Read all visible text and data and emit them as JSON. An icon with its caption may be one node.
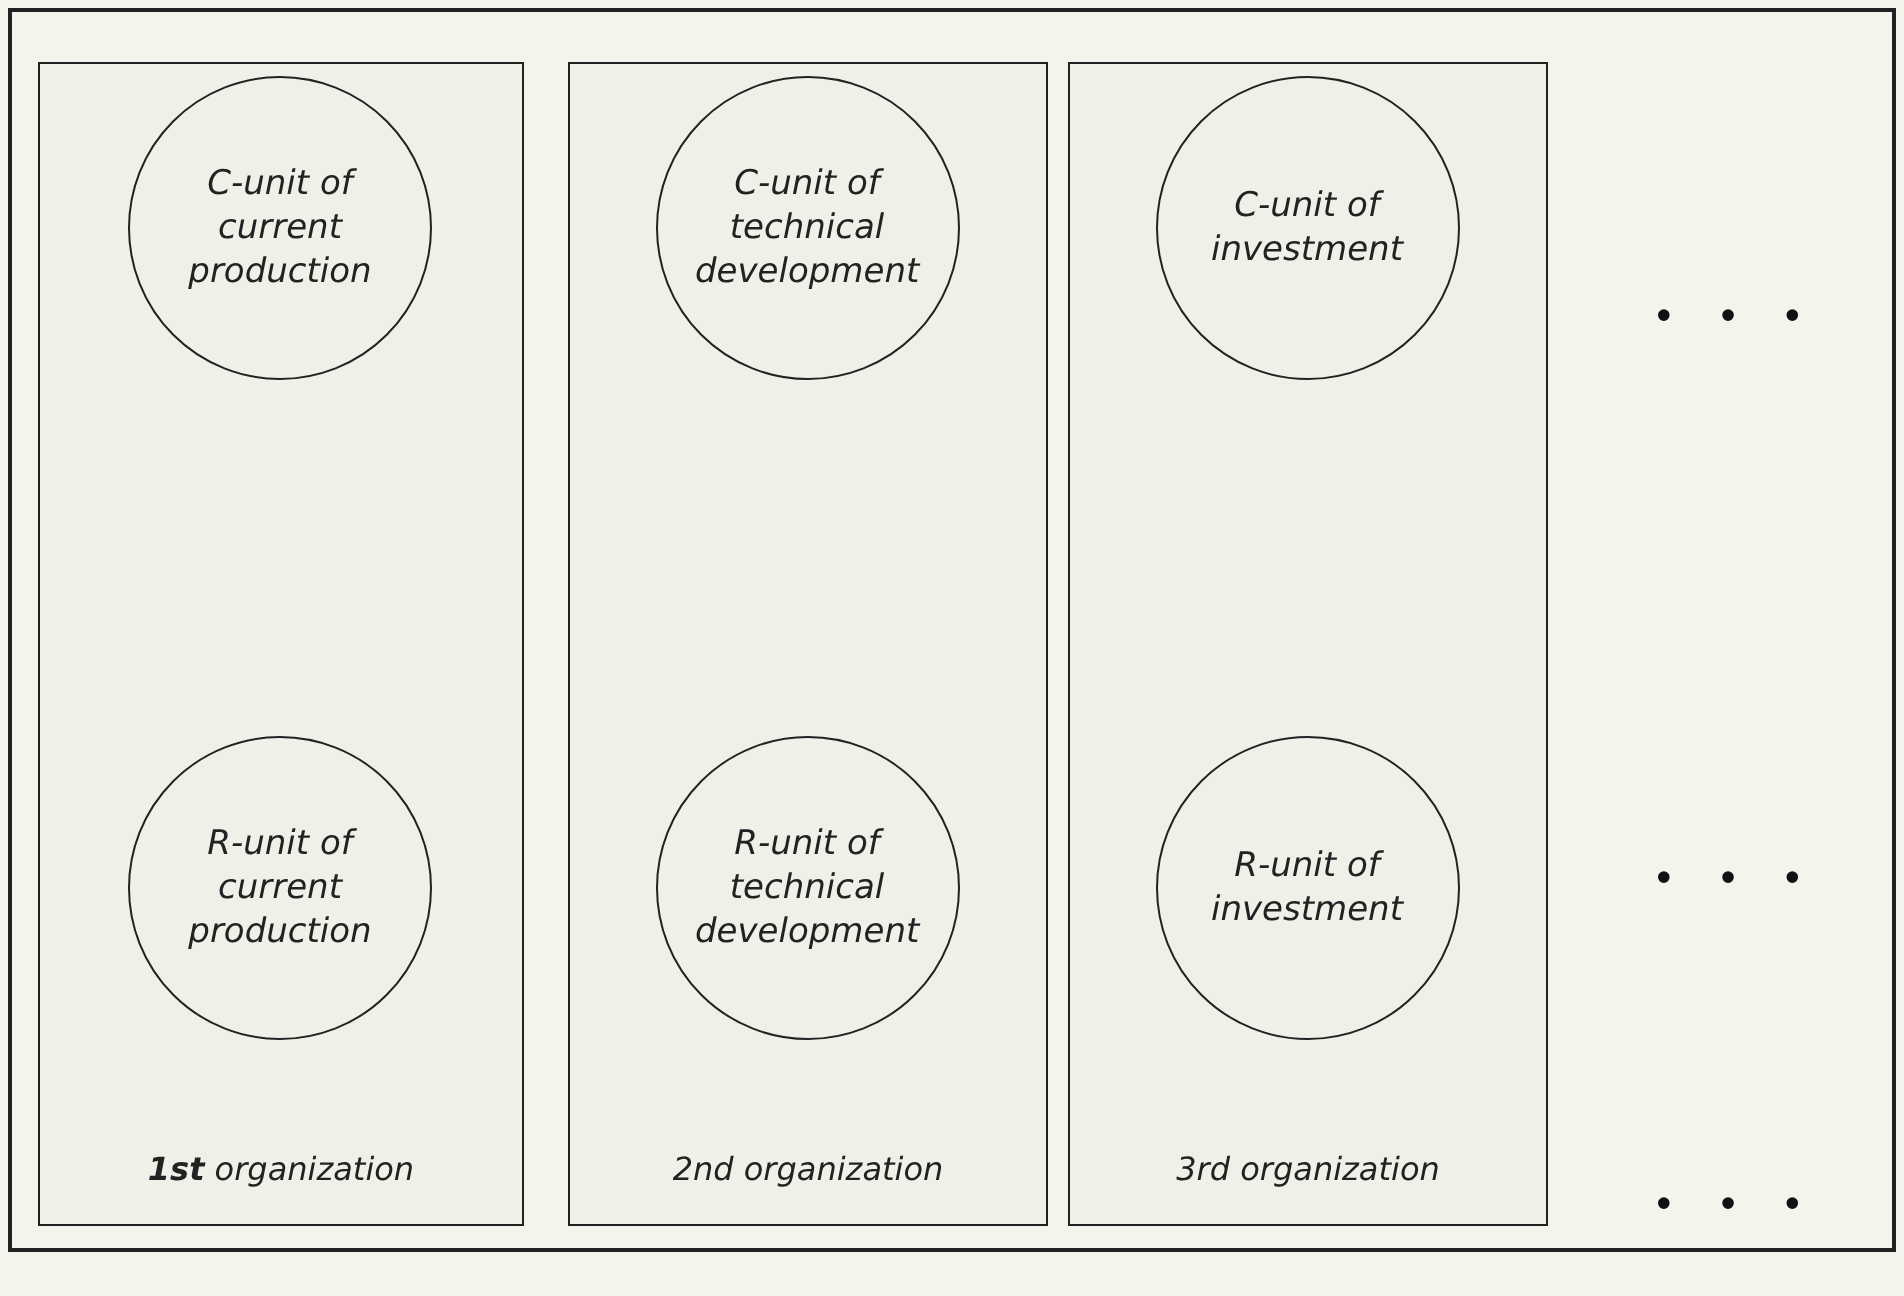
{
  "diagram": {
    "nodes": [
      {
        "text": [],
        "shape": "box"
      },
      {
        "text": [
          "**1st** organization"
        ],
        "in": 0
      },
      {
        "text": [
          "C-unit of current production"
        ],
        "in": 1
      },
      {
        "text": [
          "R-unit of current production"
        ],
        "in": 1
      },
      {
        "text": [
          "2nd organization"
        ],
        "in": 0
      },
      {
        "text": [
          "C-unit of technical development"
        ],
        "in": 4
      },
      {
        "text": [
          "R-unit of technical development"
        ],
        "in": 4
      },
      {
        "text": [
          "3rd organization"
        ],
        "in": 0
      },
      {
        "text": [
          "C-unit of investment"
        ],
        "in": 7
      },
      {
        "text": [
          "R-unit of investment"
        ],
        "in": 7
      }
    ],
    "labels": [
      "• • •",
      "• • •",
      "• • •"
    ]
  }
}
